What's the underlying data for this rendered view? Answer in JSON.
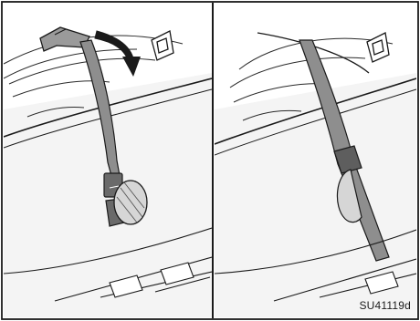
{
  "figure": {
    "code": "SU41119d",
    "panels": [
      "left-panel",
      "right-panel"
    ]
  },
  "colors": {
    "line": "#1a1a1a",
    "strap": "#8e8e8e",
    "strap_dark": "#5e5e5e",
    "seat": "#f2f2f2",
    "trim": "#e4e4e4"
  }
}
